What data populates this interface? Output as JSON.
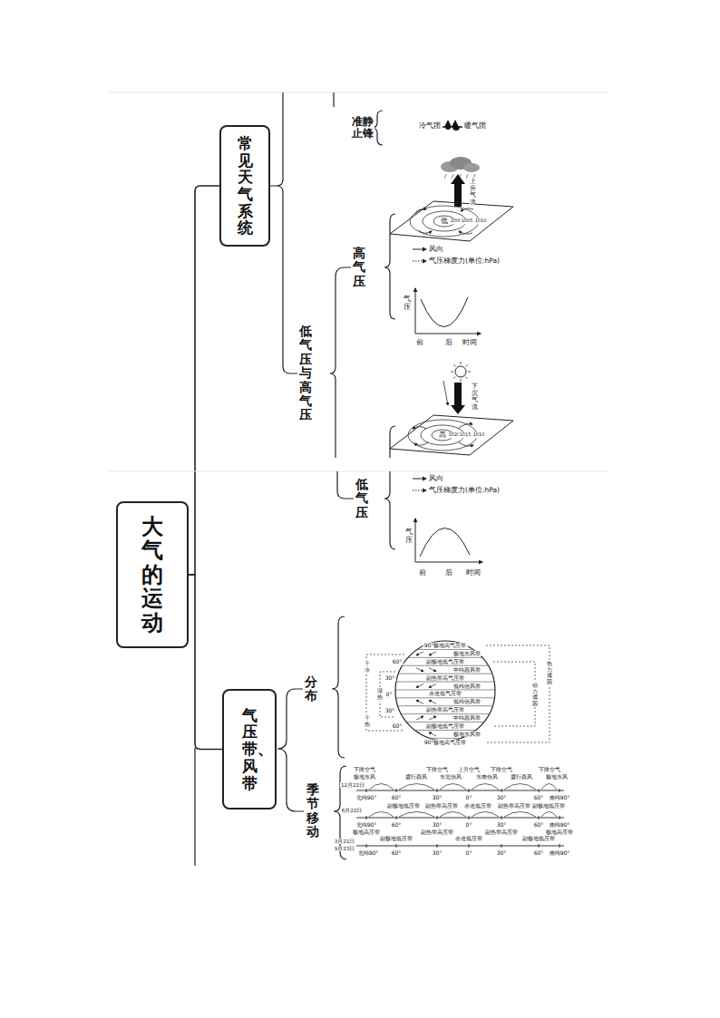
{
  "diagram": {
    "nodes": [
      {
        "text": [
          "大气的运动"
        ]
      },
      {
        "text": [
          "常见天气系统"
        ]
      },
      {
        "text": [
          "气压带、风带"
        ]
      }
    ],
    "edges": [
      {
        "from": 0,
        "to": 1,
        "arrow": "none"
      },
      {
        "from": 0,
        "to": 2,
        "arrow": "none"
      }
    ],
    "labels": [
      "准静止锋",
      "冷气团",
      "暖气团",
      "低气压与高气压",
      "高气压",
      "上升气流",
      "低",
      "1000",
      "1005",
      "1010",
      "气压",
      "前",
      "后",
      "时间",
      "下沉气流",
      "高",
      "1020",
      "1015",
      "1010",
      "低气压",
      "气压",
      "前",
      "后",
      "时间",
      "分布",
      "季节移动",
      "90°极地高气压带",
      "极地东风带",
      "副极地低气压带",
      "中纬西风带",
      "副热带高气压带",
      "低纬信风带",
      "赤道低气压带",
      "低纬信风带",
      "副热带高气压带",
      "中纬西风带",
      "副极地低气压带",
      "极地东风带",
      "90°极地高气压带",
      "60°",
      "30°",
      "0°",
      "30°",
      "60°",
      "干冷",
      "湿热",
      "干热",
      "热力成因",
      "动力成因",
      "12月22日",
      "下降空气",
      "极地东风",
      "盛行西风",
      "下降空气",
      "东北信风",
      "上升空气",
      "东南信风",
      "下降空气",
      "盛行西风",
      "下降空气",
      "极地东风",
      "北纬90°",
      "60°",
      "30°",
      "0°",
      "30°",
      "60°",
      "南纬90°",
      "6月22日",
      "副极地低压带",
      "副热带高压带",
      "赤道低压带",
      "副热带高压带",
      "副极地低压带",
      "北纬90°",
      "60°",
      "30°",
      "0°",
      "30°",
      "60°",
      "南纬90°",
      "3月21日",
      "9月23日",
      "极地高压带",
      "副极地低压带",
      "副热带高压带",
      "赤道低压带",
      "副热带高压带",
      "副极地低压带",
      "极地高压带",
      "北纬90°",
      "60°",
      "30°",
      "0°",
      "30°",
      "60°",
      "南纬90°"
    ],
    "legend": [
      {
        "text": "风向"
      },
      {
        "text": "气压梯度力(单位:hPa)"
      },
      {
        "text": "风向"
      },
      {
        "text": "气压梯度力(单位:hPa)"
      }
    ]
  }
}
